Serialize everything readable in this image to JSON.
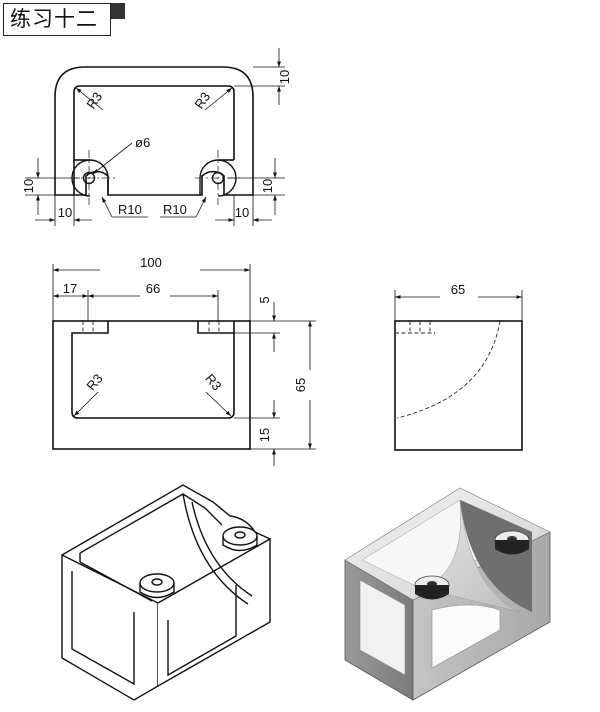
{
  "title": "练习十二",
  "top_view": {
    "dims": {
      "d10_top": "10",
      "r3_left": "R3",
      "r3_right": "R3",
      "phi6": "ø6",
      "d10_left": "10",
      "d10_right": "10",
      "d10_bl": "10",
      "r10_left": "R10",
      "r10_right": "R10",
      "d10_br": "10"
    }
  },
  "front_view": {
    "dims": {
      "d100": "100",
      "d17": "17",
      "d66": "66",
      "d5": "5",
      "r3_left": "R3",
      "r3_right": "R3",
      "d65": "65",
      "d15": "15"
    }
  },
  "side_view": {
    "dims": {
      "d65": "65"
    }
  }
}
